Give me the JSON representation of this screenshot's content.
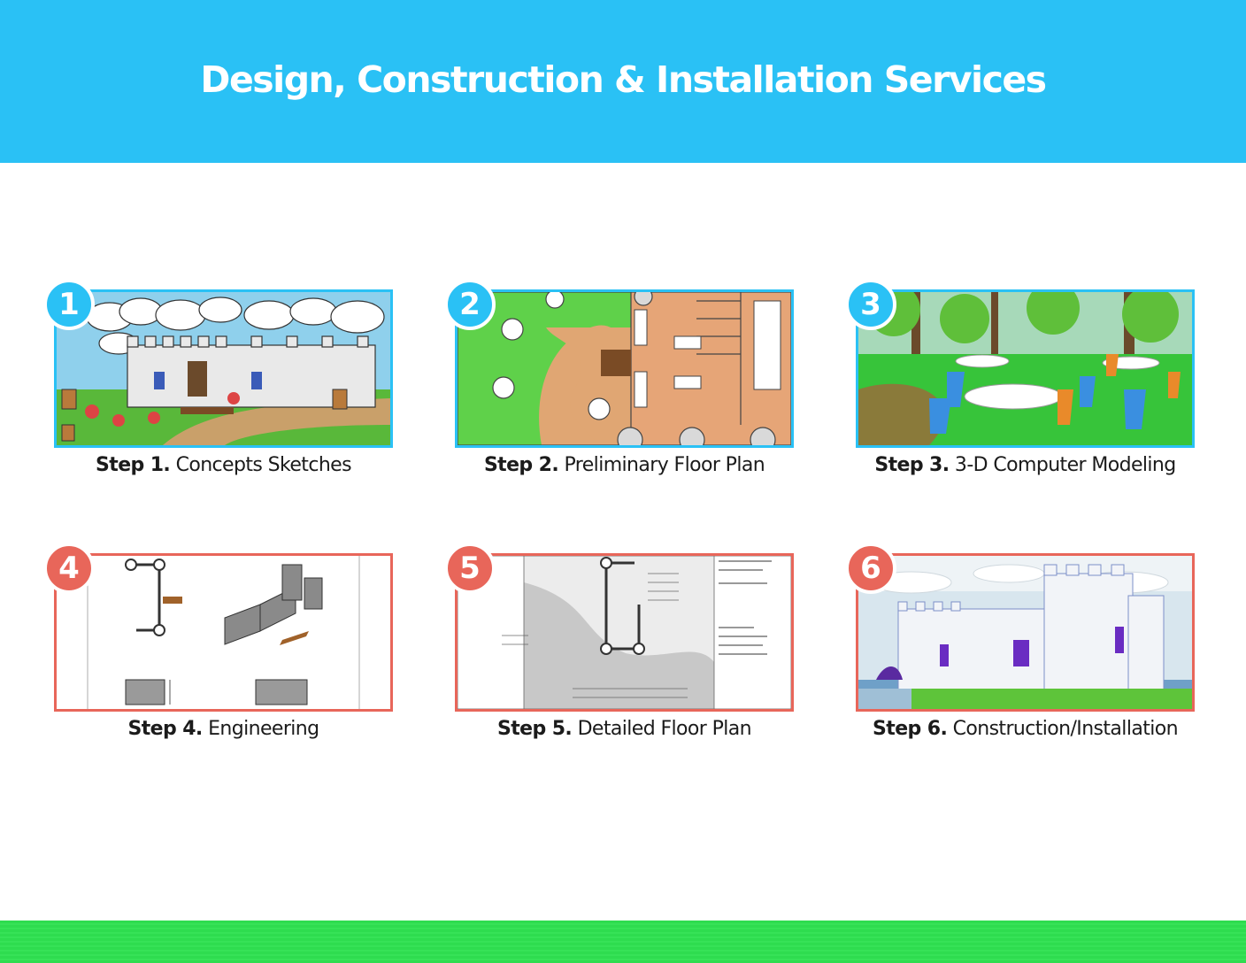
{
  "header": {
    "title": "Design, Construction & Installation Services"
  },
  "colors": {
    "header": "#2ac1f5",
    "badge_blue": "#2ac1f5",
    "badge_red": "#e8665a",
    "footer": "#2edc4f"
  },
  "steps": [
    {
      "number": "1",
      "prefix": "Step 1.",
      "label": "Concepts Sketches"
    },
    {
      "number": "2",
      "prefix": "Step 2.",
      "label": "Preliminary Floor Plan"
    },
    {
      "number": "3",
      "prefix": "Step 3.",
      "label": "3-D Computer Modeling"
    },
    {
      "number": "4",
      "prefix": "Step 4.",
      "label": "Engineering"
    },
    {
      "number": "5",
      "prefix": "Step 5.",
      "label": "Detailed Floor Plan"
    },
    {
      "number": "6",
      "prefix": "Step 6.",
      "label": "Construction/Installation"
    }
  ]
}
